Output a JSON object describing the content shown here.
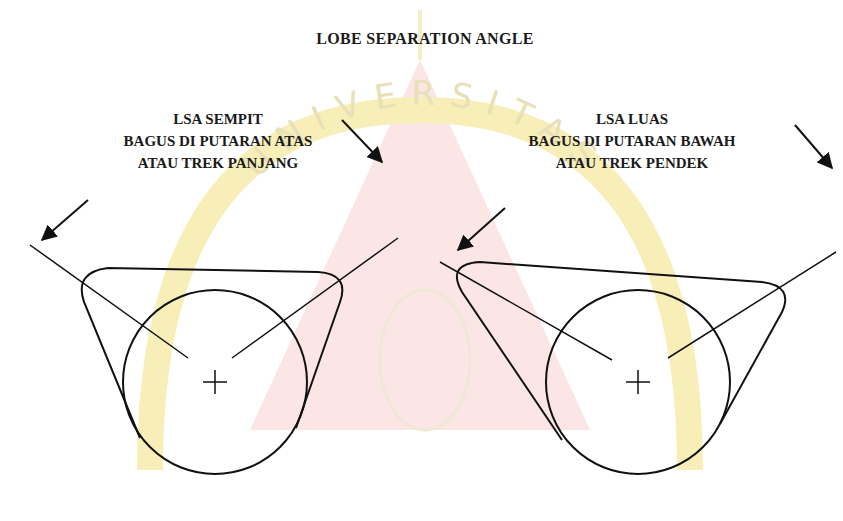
{
  "diagram": {
    "title": "LOBE SEPARATION ANGLE",
    "labels": [
      "LSA SEMPIT",
      "BAGUS DI PUTARAN ATAS",
      "ATAU TREK PANJANG",
      "LSA LUAS",
      "BAGUS DI PUTARAN BAWAH",
      "ATAU TREK PENDEK",
      "UNIVERSITAS"
    ]
  }
}
